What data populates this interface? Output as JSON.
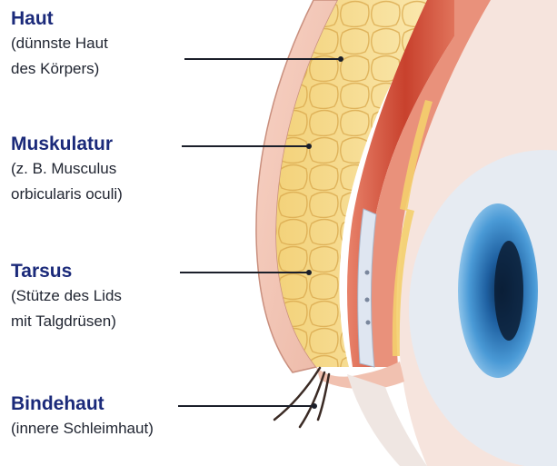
{
  "labels": [
    {
      "title": "Haut",
      "desc": [
        "(dünnste Haut",
        "des Körpers)"
      ]
    },
    {
      "title": "Muskulatur",
      "desc": [
        "(z. B. Musculus",
        "orbicularis oculi)"
      ]
    },
    {
      "title": "Tarsus",
      "desc": [
        "(Stütze des Lids",
        "mit Talgdrüsen)"
      ]
    },
    {
      "title": "Bindehaut",
      "desc": [
        "(innere Schleimhaut)"
      ]
    }
  ],
  "colors": {
    "title": "#1b2a7a",
    "fat": "#f6dc8e",
    "muscle": "#d9553c",
    "iris": "#3a86c8",
    "sclera": "#e9edf3"
  }
}
